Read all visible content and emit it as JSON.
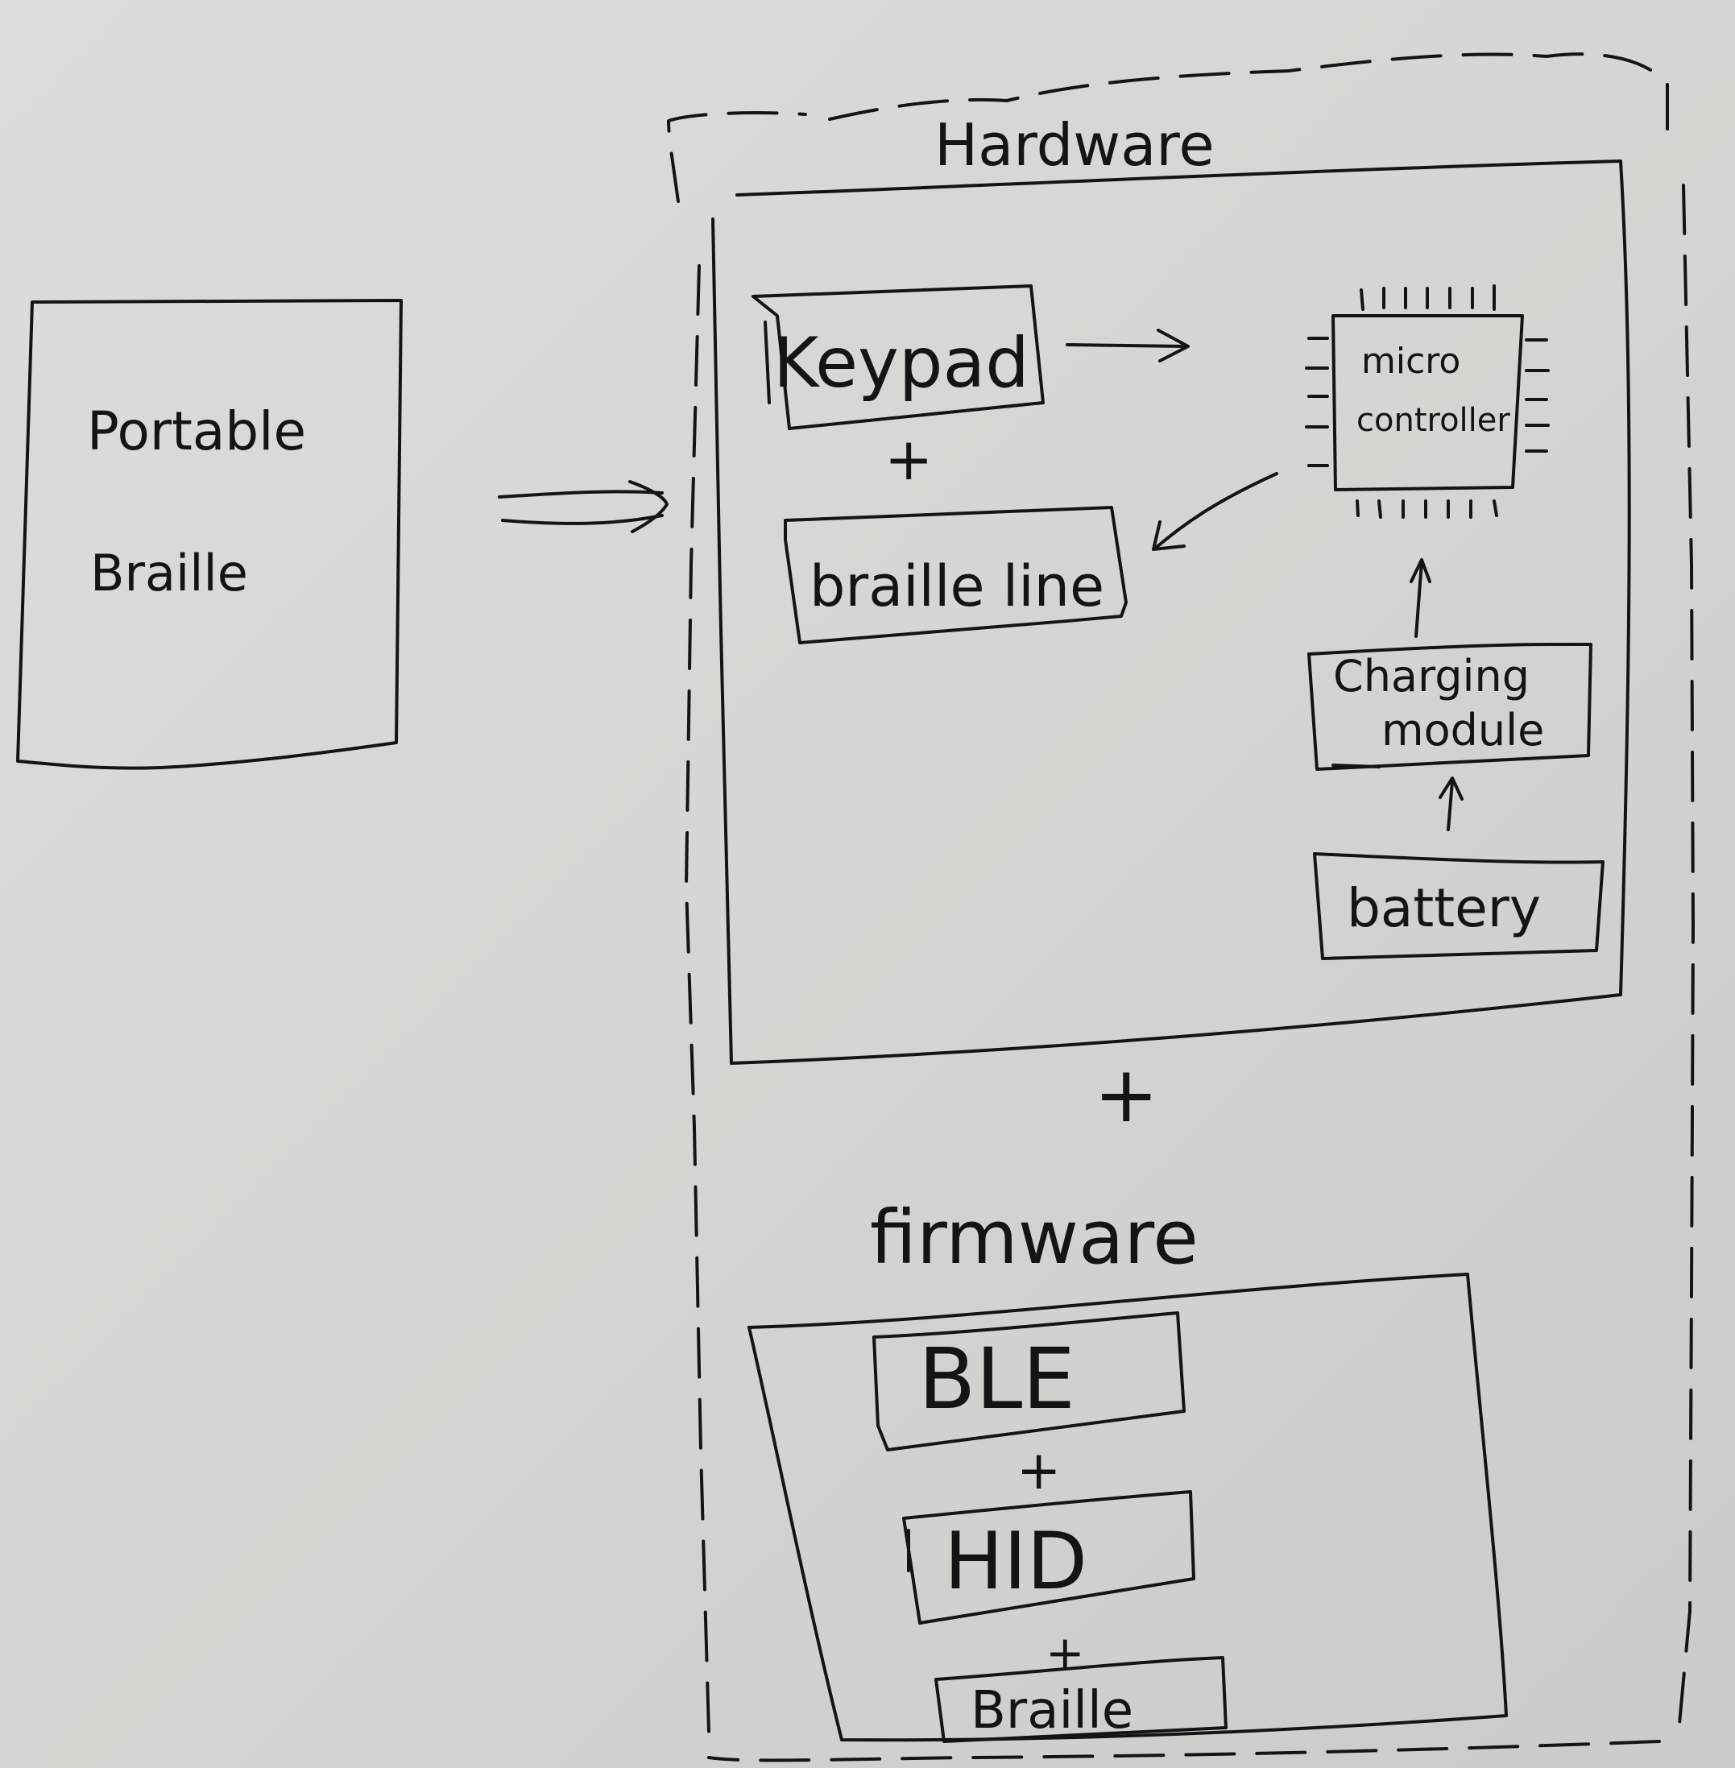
{
  "diagram": {
    "left_box": {
      "line1": "Portable",
      "line2": "Braille"
    },
    "hardware": {
      "title": "Hardware",
      "keypad": "Keypad",
      "plus_keypad": "+",
      "braille_line": "braille line",
      "microcontroller_line1": "micro",
      "microcontroller_line2": "controller",
      "charging_line1": "Charging",
      "charging_line2": "module",
      "battery": "battery"
    },
    "plus_between": "+",
    "firmware": {
      "title": "firmware",
      "ble": "BLE",
      "plus_1": "+",
      "hid": "HID",
      "plus_2": "+",
      "braille": "Braille"
    }
  }
}
